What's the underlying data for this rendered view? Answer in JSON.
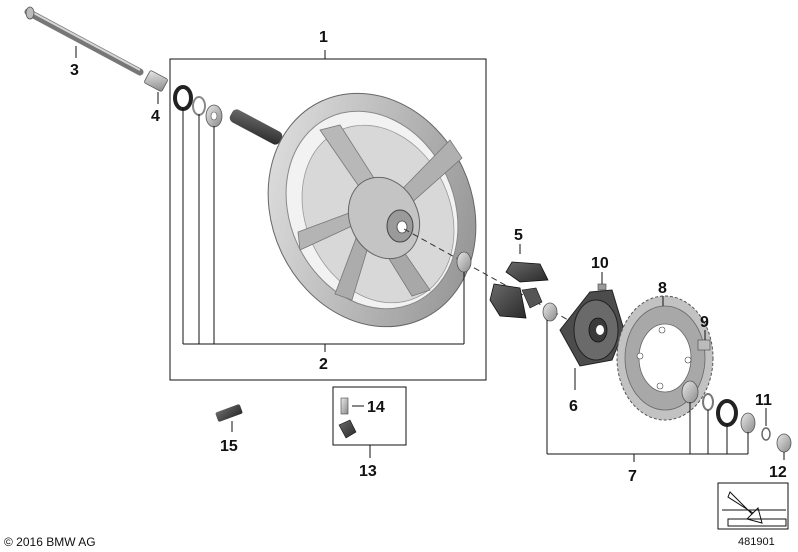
{
  "callouts": {
    "c1": "1",
    "c2": "2",
    "c3": "3",
    "c4": "4",
    "c5": "5",
    "c6": "6",
    "c7": "7",
    "c8": "8",
    "c9": "9",
    "c10": "10",
    "c11": "11",
    "c12": "12",
    "c13": "13",
    "c14": "14",
    "c15": "15"
  },
  "footer": {
    "copyright": "© 2016 BMW AG",
    "image_number": "481901"
  }
}
